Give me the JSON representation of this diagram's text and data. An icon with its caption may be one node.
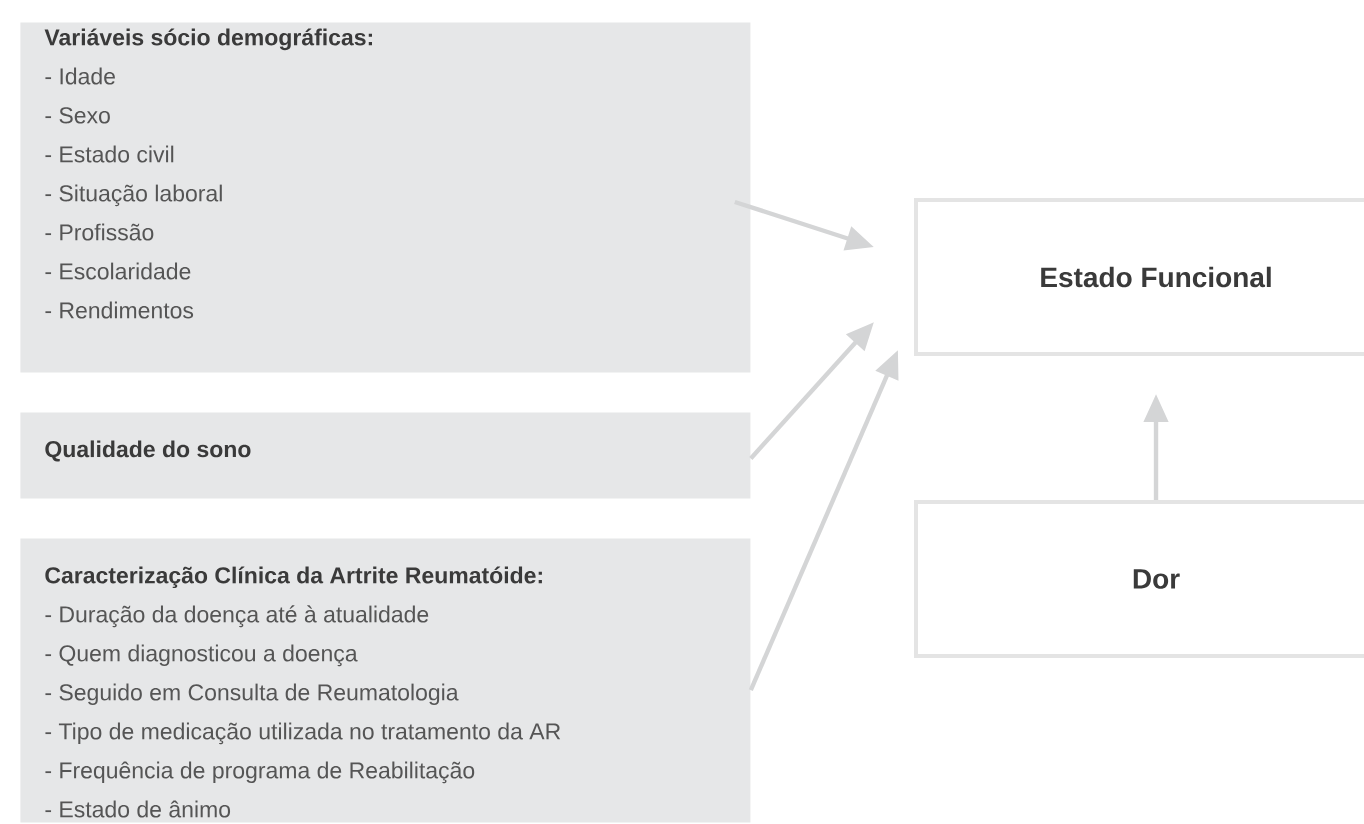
{
  "diagram": {
    "nodes": [
      {
        "text": [
          "Variáveis sócio demográficas:",
          "- Idade",
          "- Sexo",
          "- Estado civil",
          "- Situação laboral",
          "- Profissão",
          "- Escolaridade",
          "- Rendimentos"
        ]
      },
      {
        "text": [
          "Qualidade do sono"
        ]
      },
      {
        "text": [
          "Caracterização Clínica da Artrite Reumatóide:",
          "- Duração da doença até à atualidade",
          "- Quem diagnosticou a doença",
          "- Seguido em Consulta de Reumatologia",
          "- Tipo de medicação utilizada no tratamento da AR",
          "- Frequência de programa de Reabilitação",
          "- Estado de ânimo"
        ]
      },
      {
        "text": [
          "Estado Funcional"
        ]
      },
      {
        "text": [
          "Dor"
        ]
      }
    ],
    "edges": [
      {
        "from": 0,
        "to": 3,
        "arrow": "to"
      },
      {
        "from": 1,
        "to": 3,
        "arrow": "to"
      },
      {
        "from": 2,
        "to": 3,
        "arrow": "to"
      },
      {
        "from": 4,
        "to": 3,
        "arrow": "to"
      }
    ]
  }
}
